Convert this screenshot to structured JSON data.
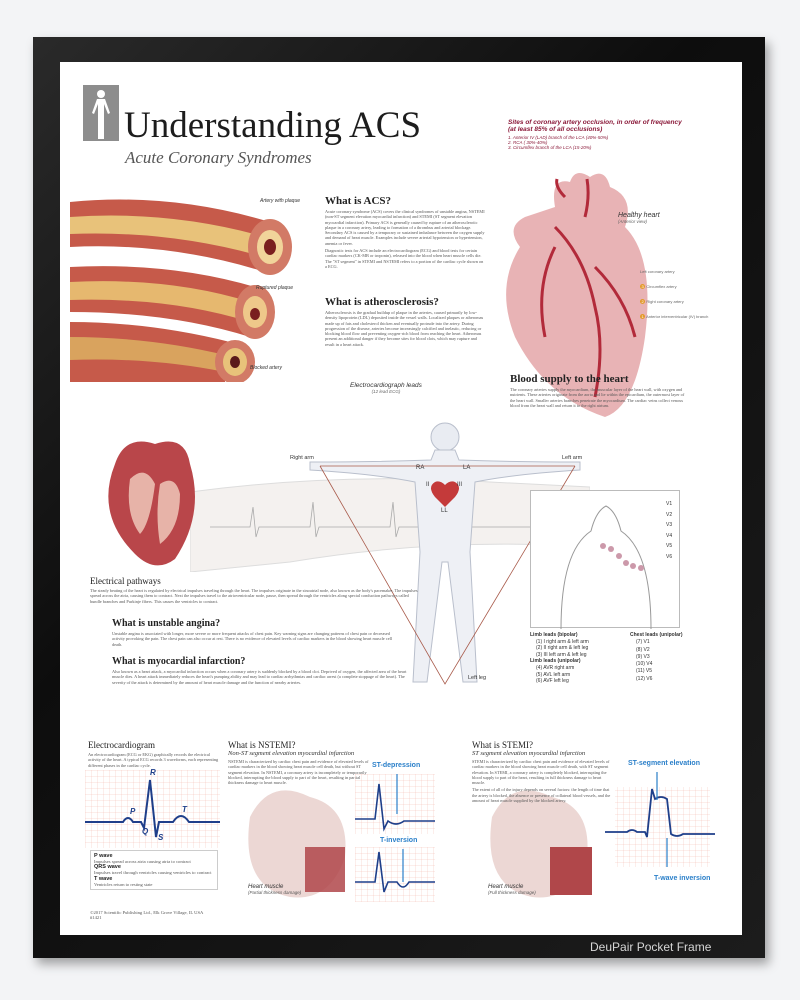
{
  "title": "Understanding ACS",
  "subtitle": "Acute Coronary Syndromes",
  "sites": {
    "heading": "Sites of coronary artery occlusion, in order of frequency",
    "subheading": "(at least 85% of all occlusions)",
    "items": [
      "1. Anterior IV (LAD) branch of the LCA (40%-50%)",
      "2. RCA ( 30%-40%)",
      "3. Circumflex branch of the LCA (15-20%)"
    ]
  },
  "artery_labels": [
    "Artery with plaque",
    "Ruptured plaque",
    "Blocked artery"
  ],
  "acs": {
    "heading": "What is ACS?",
    "p1": "Acute coronary syndrome (ACS) covers the clinical syndromes of unstable angina, NSTEMI (non-ST segment elevation myocardial infarction) and STEMI (ST segment elevation myocardial infarction). Primary ACS is generally caused by rupture of an atherosclerotic plaque in a coronary artery, leading to formation of a thrombus and arterial blockage. Secondary ACS is caused by a temporary or sustained imbalance between the oxygen supply and demand of heart muscle. Examples include severe arterial hypotension or hypertension, anemia or fever.",
    "p2": "Diagnostic tests for ACS include an electrocardiogram (ECG) and blood tests for certain cardiac markers (CK-MB or troponin), released into the blood when heart muscle cells die. The \"ST segment\" in STEMI and NSTEMI refers to a portion of the cardiac cycle shown on a ECG."
  },
  "athero": {
    "heading": "What is atherosclerosis?",
    "p": "Atherosclerosis is the gradual buildup of plaque in the arteries, caused primarily by low-density lipoprotein (LDL) deposited inside the vessel walls. Localized plaques or atheromas made up of fats and cholesterol thicken and eventually protrude into the artery. During progression of the disease, arteries become increasingly calcified and inelastic, reducing or blocking blood flow and preventing oxygen-rich blood from reaching the heart. Atheromas present an additional danger if they become sites for blood clots, which may rupture and result in a heart attack."
  },
  "healthy_heart": {
    "label": "Healthy heart",
    "view": "(Anterior view)",
    "callouts": [
      "Left coronary artery",
      "Circumflex artery",
      "Right coronary artery",
      "Anterior interventricular (IV) branch"
    ],
    "numbers": [
      "3",
      "2",
      "1"
    ]
  },
  "blood_supply": {
    "heading": "Blood supply to the heart",
    "p": "The coronary arteries supply the myocardium, the muscular layer of the heart wall, with oxygen and nutrients. These arteries originate from the aorta and lie within the epicardium, the outermost layer of the heart wall. Smaller arteries branches penetrate the myocardium. The cardiac veins collect venous blood from the heart wall and return it to the right atrium."
  },
  "ecg_leads": {
    "title": "Electrocardiograph leads",
    "sub": "(12 lead ECG)",
    "RA": "RA",
    "LA": "LA",
    "LL": "LL",
    "II": "II",
    "III": "III",
    "right_arm": "Right arm",
    "left_arm": "Left arm",
    "left_leg": "Left leg"
  },
  "chest_v": [
    "V1",
    "V2",
    "V3",
    "V4",
    "V5",
    "V6"
  ],
  "limb_bipolar": {
    "heading": "Limb leads (bipolar)",
    "rows": [
      [
        "(1)",
        "I  right arm & left arm"
      ],
      [
        "(2)",
        "II  right arm & left leg"
      ],
      [
        "(3)",
        "III left arm & left leg"
      ]
    ]
  },
  "limb_unipolar": {
    "heading": "Limb leads (unipolar)",
    "rows": [
      [
        "(4)",
        "AVR right arm"
      ],
      [
        "(5)",
        "AVL left arm"
      ],
      [
        "(6)",
        "AVF left leg"
      ]
    ]
  },
  "chest_leads": {
    "heading": "Chest leads (unipolar)",
    "rows": [
      [
        "(7)",
        "V1"
      ],
      [
        "(8)",
        "V2"
      ],
      [
        "(9)",
        "V3"
      ],
      [
        "(10)",
        "V4"
      ],
      [
        "(11)",
        "V5"
      ],
      [
        "(12)",
        "V6"
      ]
    ]
  },
  "electrical": {
    "heading": "Electrical pathways",
    "p": "The steady beating of the heart is regulated by electrical impulses traveling through the heart. The impulses originate in the sinoatrial node, also known as the body's pacemaker. The impulses spread across the atria, causing them to contract. Next the impulses travel to the atrioventricular node, pause, then spread through the ventricles along special conduction pathways called bundle branches and Purkinje fibers. This causes the ventricles to contract."
  },
  "angina": {
    "heading": "What is unstable angina?",
    "p": "Unstable angina is associated with longer, more severe or more frequent attacks of chest pain. Key warning signs are changing patterns of chest pain or decreased activity provoking the pain. The chest pain can also occur at rest. There is no evidence of elevated levels of cardiac markers in the blood showing heart muscle cell death."
  },
  "mi": {
    "heading": "What is myocardial infarction?",
    "p": "Also known as a heart attack, a myocardial infarction occurs when a coronary artery is suddenly blocked by a blood clot. Deprived of oxygen, the affected area of the heart muscle dies. A heart attack immediately reduces the heart's pumping ability and may lead to cardiac arrhythmias and cardiac arrest (a complete stoppage of the heart). The severity of the attack is determined by the amount of heart muscle damage and the function of nearby arteries."
  },
  "ecg": {
    "heading": "Electrocardiogram",
    "p": "An electrocardiogram (ECG or EKG) graphically records the electrical activity of the heart. A typical ECG records 3 waveforms, each representing different phases in the cardiac cycle.",
    "labels": {
      "P": "P",
      "Q": "Q",
      "R": "R",
      "S": "S",
      "T": "T"
    },
    "waves": [
      {
        "name": "P wave",
        "desc": "Impulses spread across atria causing atria to contract"
      },
      {
        "name": "QRS wave",
        "desc": "Impulses travel through ventricles causing ventricles to contract"
      },
      {
        "name": "T wave",
        "desc": "Ventricles return to resting state"
      }
    ]
  },
  "copyright": "©2017 Scientific Publishing Ltd., Elk Grove Village, IL USA",
  "code": "#1421",
  "nstemi": {
    "heading": "What is NSTEMI?",
    "sub": "Non-ST segment elevation myocardial infarction",
    "p": "NSTEMI is characterized by cardiac chest pain and evidence of elevated levels of cardiac markers in the blood showing heart muscle cell death, but without ST segment elevation. In NSTEMI, a coronary artery is incompletely or temporarily blocked, interrupting the blood supply to part of the heart, resulting in partial thickness damage to heart muscle.",
    "muscle": "Heart muscle",
    "damage": "(Partial thickness damage)",
    "st": "ST-depression",
    "tinv": "T-inversion"
  },
  "stemi": {
    "heading": "What is STEMI?",
    "sub": "ST segment elevation myocardial infarction",
    "p1": "STEMI is characterized by cardiac chest pain and evidence of elevated levels of cardiac markers in the blood showing heart muscle cell death, with ST segment elevation. In STEMI, a coronary artery is completely blocked, interrupting the blood supply to part of the heart, resulting in full thickness damage to heart muscle.",
    "p2": "The extent of all of the injury depends on several factors: the length of time that the artery is blocked, the absence or presence of collateral blood vessels, and the amount of heart muscle supplied by the blocked artery.",
    "muscle": "Heart muscle",
    "damage": "(Full thickness damage)",
    "st": "ST-segment elevation",
    "tinv": "T-wave inversion"
  },
  "watermark": "DeuPair Pocket Frame",
  "colors": {
    "maroon": "#8b1a3a",
    "ecg_blue": "#1f3f8a",
    "label_blue": "#2a7fc9",
    "frame": "#111111"
  }
}
